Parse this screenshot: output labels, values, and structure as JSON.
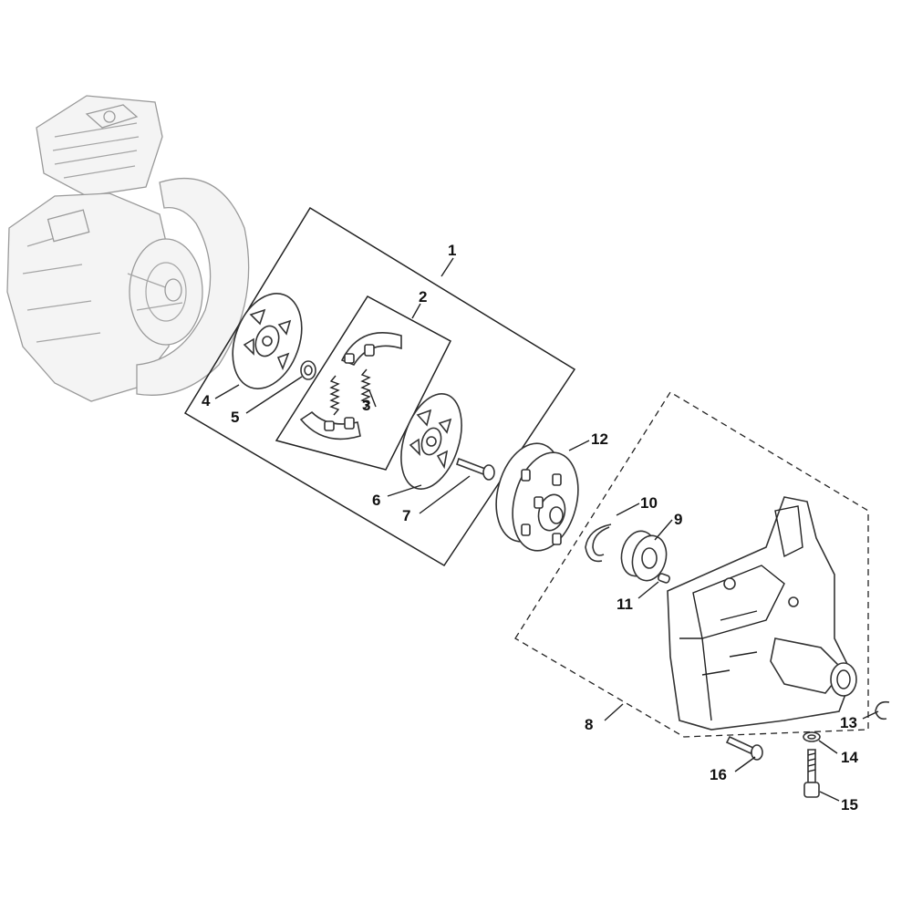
{
  "callouts": {
    "p1": "1",
    "p2": "2",
    "p3": "3",
    "p4": "4",
    "p5": "5",
    "p6": "6",
    "p7": "7",
    "p8": "8",
    "p9": "9",
    "p10": "10",
    "p11": "11",
    "p12": "12",
    "p13": "13",
    "p14": "14",
    "p15": "15",
    "p16": "16"
  },
  "colors": {
    "line": "#222222",
    "ghost": "#9a9a9a",
    "background": "#ffffff"
  }
}
